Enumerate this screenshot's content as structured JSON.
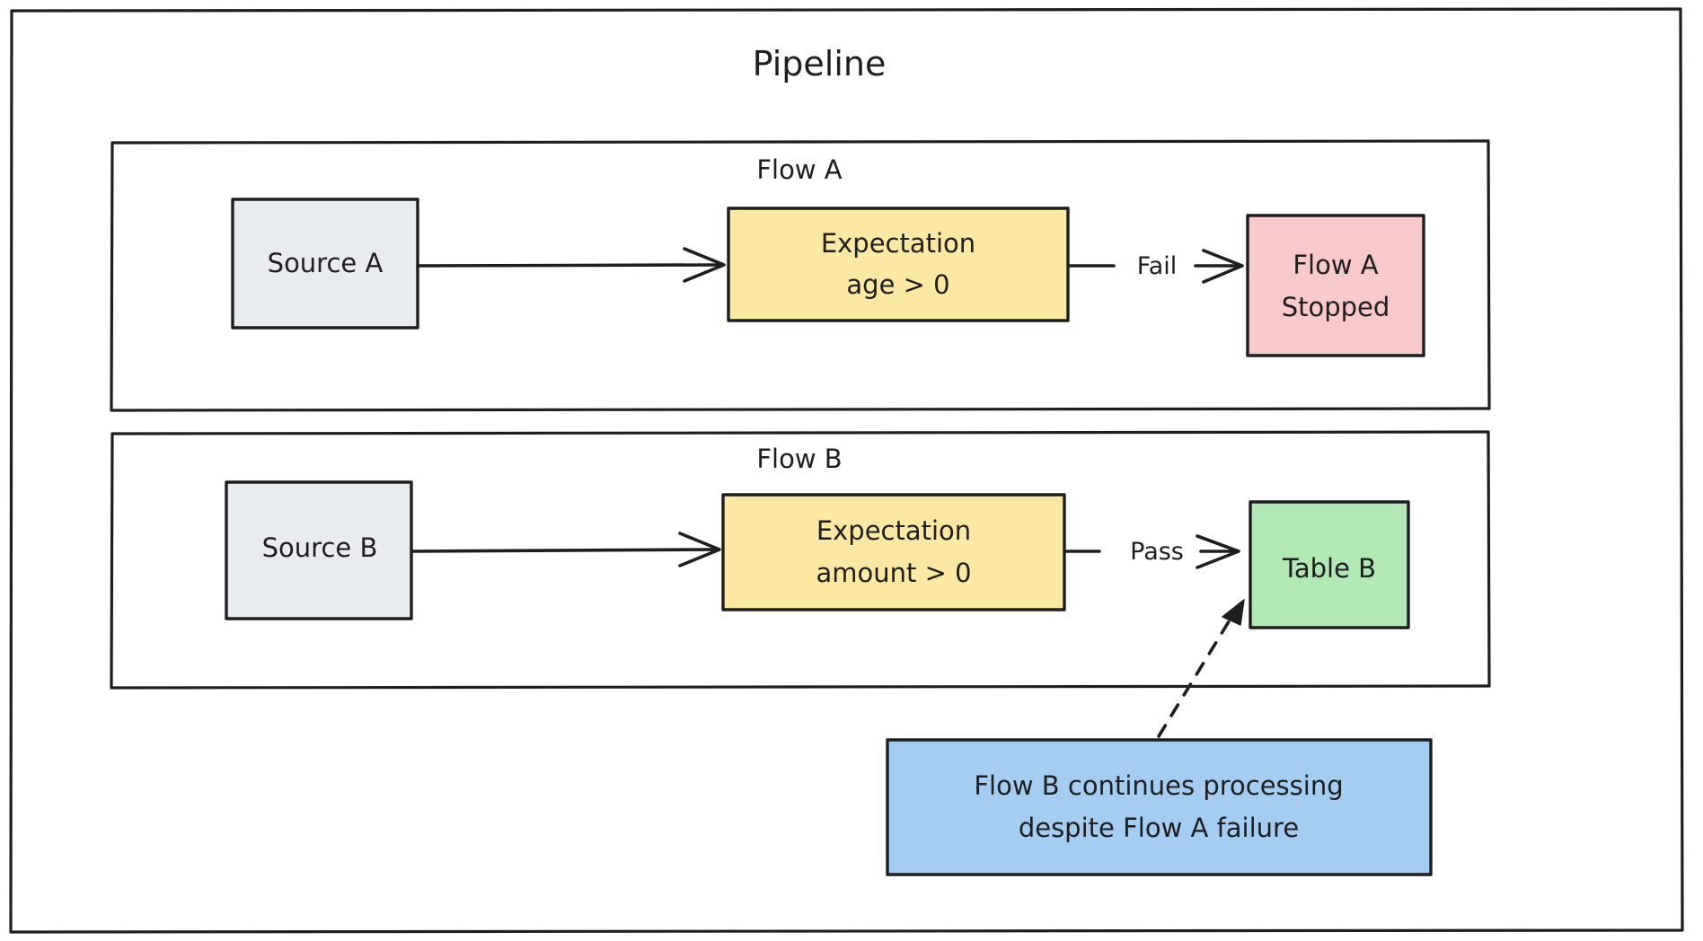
{
  "diagram": {
    "title": "Pipeline",
    "background": "#ffffff",
    "stroke_color": "#1e1e1e"
  },
  "groups": [
    {
      "id": "flow-a",
      "title": "Flow A"
    },
    {
      "id": "flow-b",
      "title": "Flow B"
    }
  ],
  "nodes": {
    "source_a": {
      "label": "Source A",
      "fill": "#e8ecf0"
    },
    "expectation_a": {
      "label_line1": "Expectation",
      "label_line2": "age > 0",
      "fill": "#fbe9a3"
    },
    "flow_a_stopped": {
      "label_line1": "Flow A",
      "label_line2": "Stopped",
      "fill": "#f7c9cb"
    },
    "source_b": {
      "label": "Source B",
      "fill": "#e8ecf0"
    },
    "expectation_b": {
      "label_line1": "Expectation",
      "label_line2": "amount > 0",
      "fill": "#fbe9a3"
    },
    "table_b": {
      "label": "Table B",
      "fill": "#b2e8b6"
    },
    "note": {
      "label_line1": "Flow B continues processing",
      "label_line2": "despite Flow A failure",
      "fill": "#a5cdf2"
    }
  },
  "edges": {
    "source_a_to_expectation_a": {
      "label": ""
    },
    "expectation_a_to_stopped": {
      "label": "Fail"
    },
    "source_b_to_expectation_b": {
      "label": ""
    },
    "expectation_b_to_table_b": {
      "label": "Pass"
    },
    "note_to_table_b": {
      "label": "",
      "style": "dashed"
    }
  }
}
